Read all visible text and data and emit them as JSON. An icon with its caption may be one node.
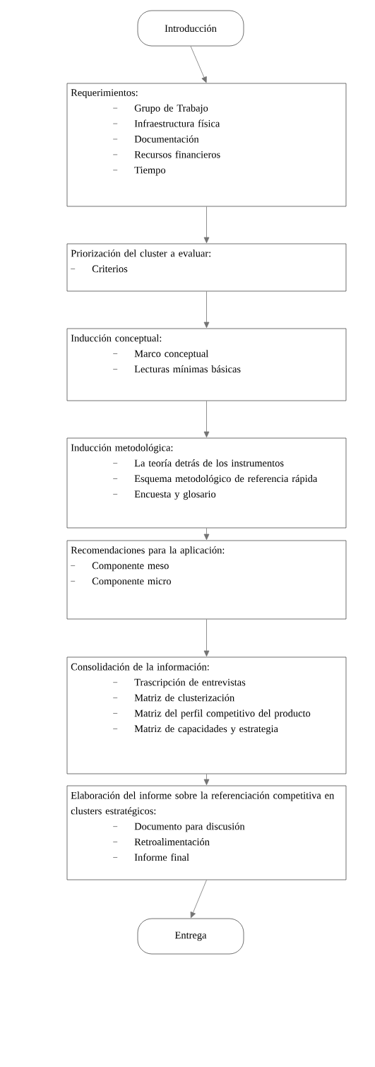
{
  "diagram": {
    "nodes": [
      {
        "text": [
          "Introducción"
        ]
      },
      {
        "text": [
          "Requerimientos:",
          "Grupo de Trabajo",
          "Infraestructura física",
          "Documentación",
          "Recursos financieros",
          "Tiempo"
        ]
      },
      {
        "text": [
          "Priorización del cluster a evaluar:",
          "Criterios"
        ]
      },
      {
        "text": [
          "Inducción conceptual:",
          "Marco conceptual",
          "Lecturas mínimas básicas"
        ]
      },
      {
        "text": [
          "Inducción metodológica:",
          "La teoría detrás de los instrumentos",
          "Esquema metodológico de referencia rápida",
          "Encuesta y glosario"
        ]
      },
      {
        "text": [
          "Recomendaciones para la aplicación:",
          "Componente meso",
          "Componente micro"
        ]
      },
      {
        "text": [
          "Consolidación de la información:",
          "Trascripción de entrevistas",
          "Matriz de clusterización",
          "Matriz del perfil competitivo del producto",
          "Matriz de capacidades y estrategia"
        ]
      },
      {
        "text": [
          "Elaboración del informe sobre la referenciación competitiva en clusters estratégicos:",
          "Documento para discusión",
          "Retroalimentación",
          "Informe final"
        ]
      },
      {
        "text": [
          "Entrega"
        ]
      }
    ],
    "edges": [
      {
        "from": 0,
        "to": 1,
        "arrow": "to"
      },
      {
        "from": 1,
        "to": 2,
        "arrow": "to"
      },
      {
        "from": 2,
        "to": 3,
        "arrow": "to"
      },
      {
        "from": 3,
        "to": 4,
        "arrow": "to"
      },
      {
        "from": 4,
        "to": 5,
        "arrow": "to"
      },
      {
        "from": 5,
        "to": 6,
        "arrow": "to"
      },
      {
        "from": 6,
        "to": 7,
        "arrow": "to"
      },
      {
        "from": 7,
        "to": 8,
        "arrow": "to"
      }
    ]
  }
}
